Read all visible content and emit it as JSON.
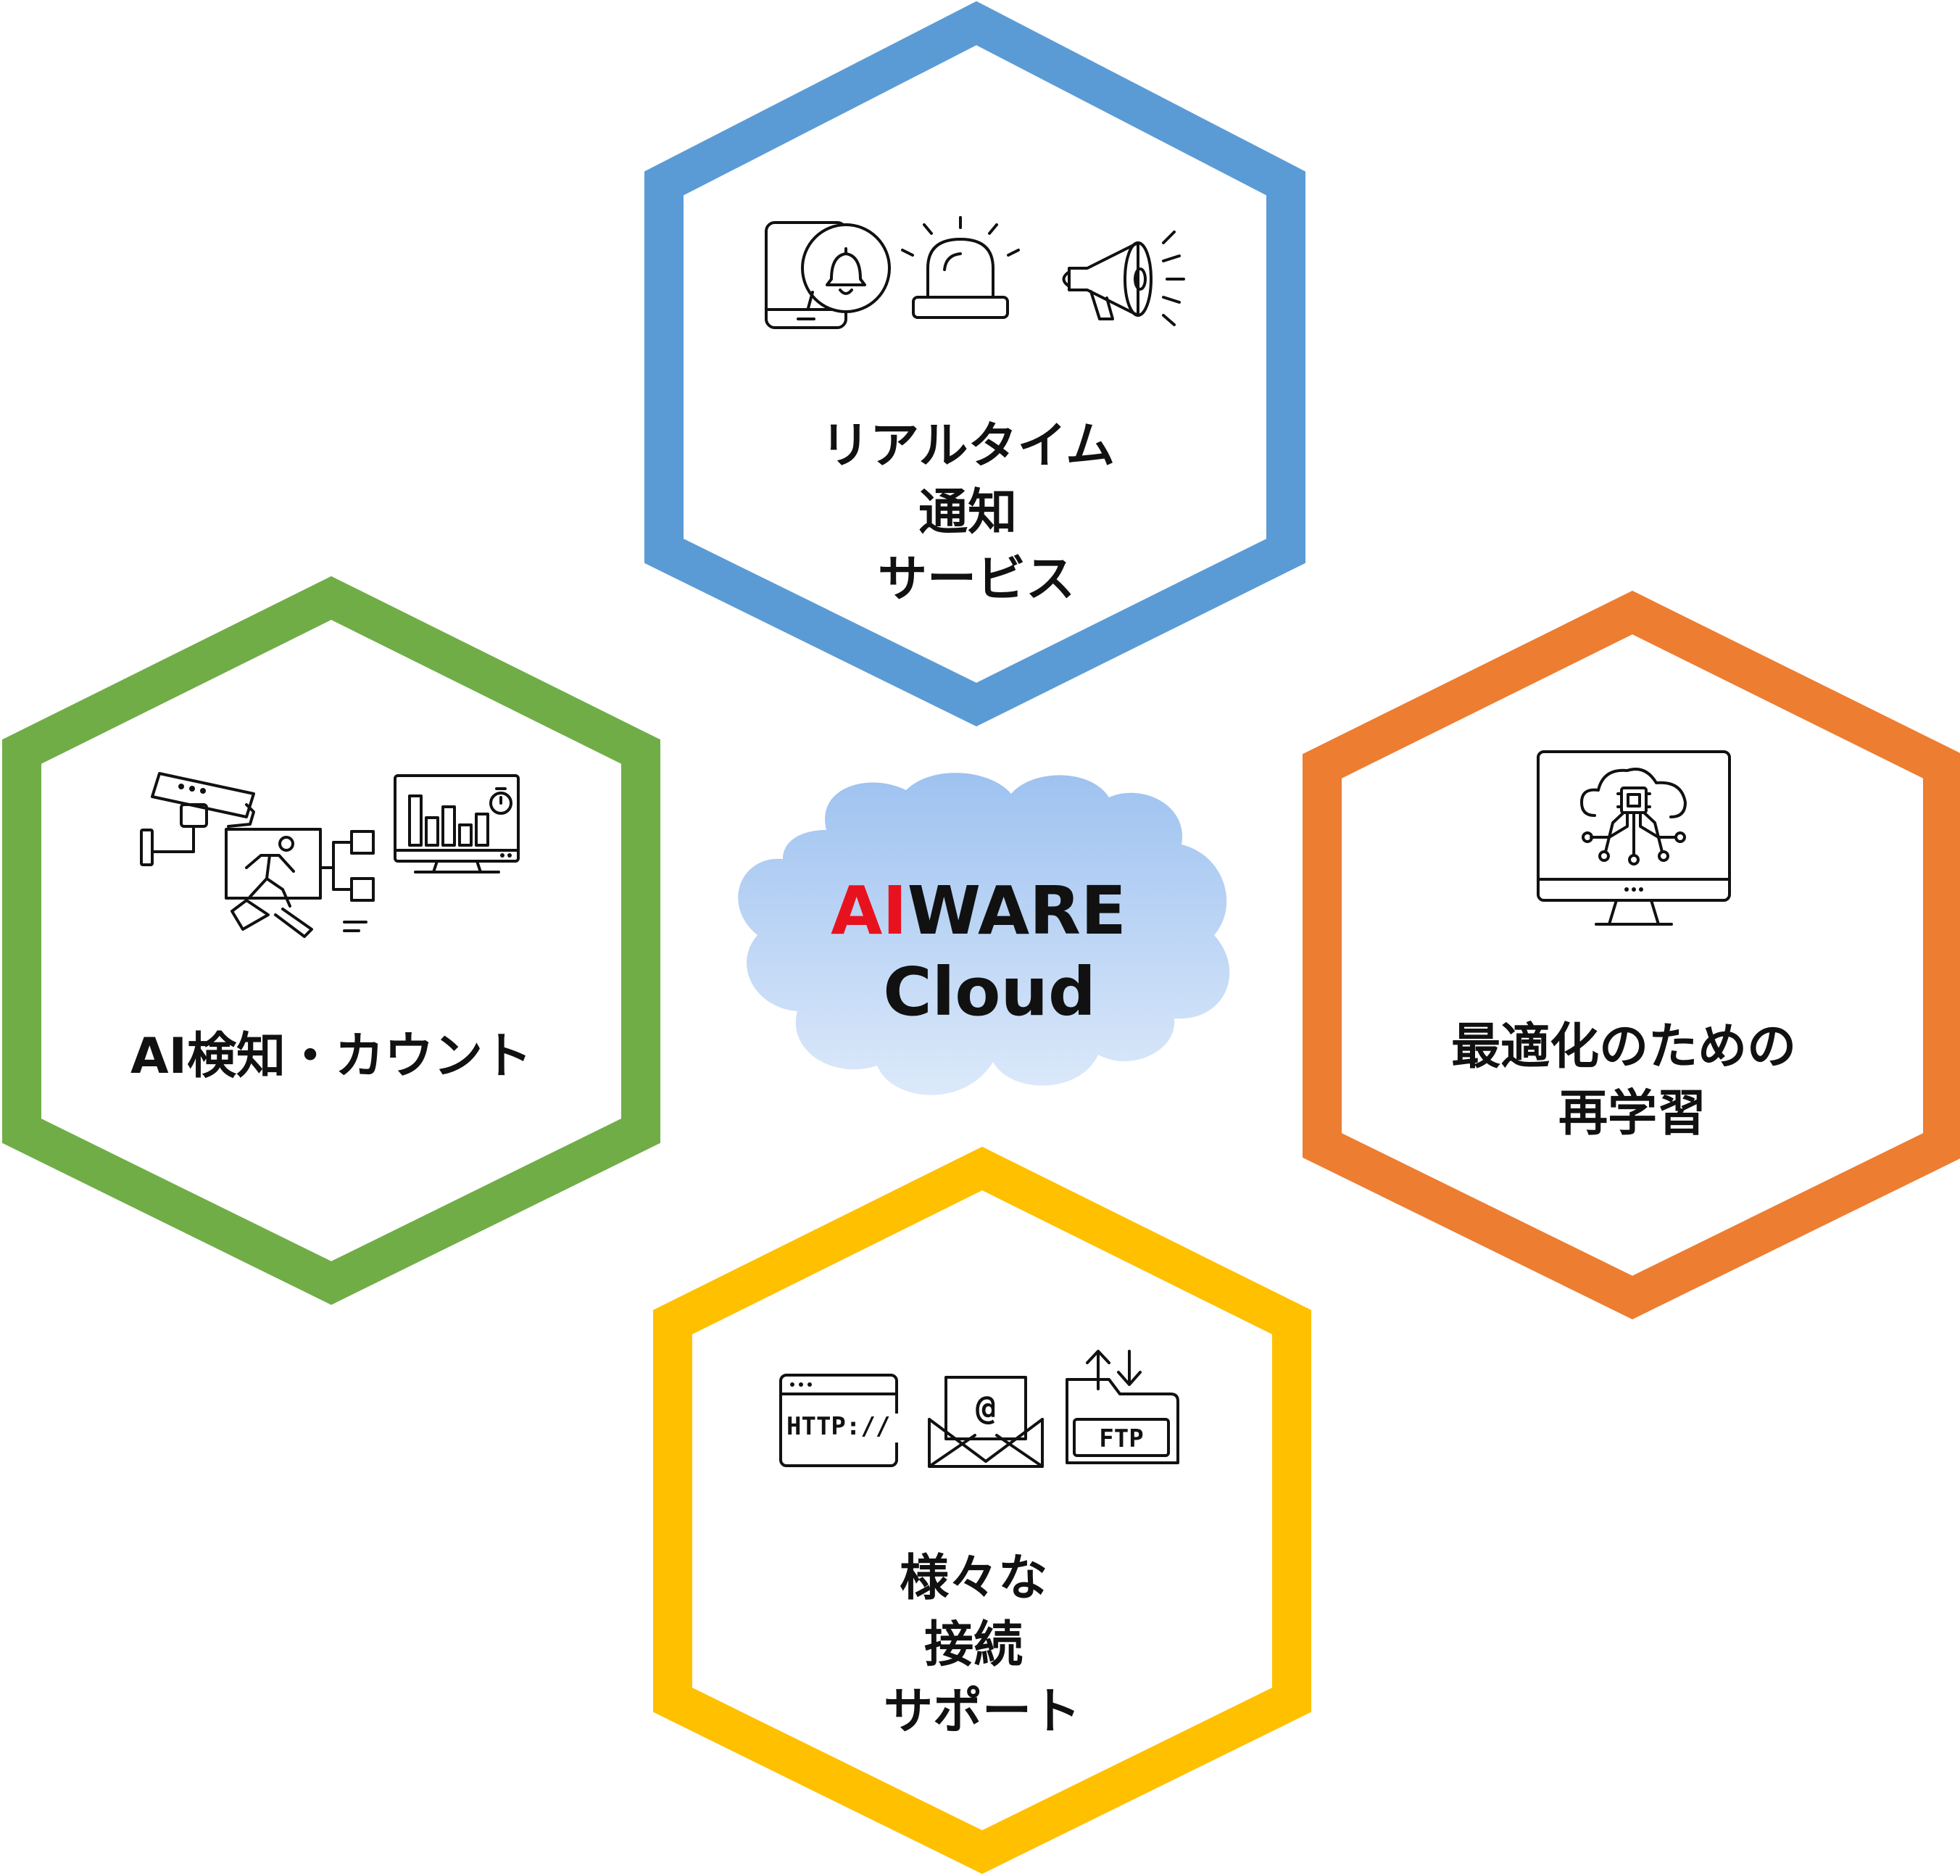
{
  "center": {
    "brand_prefix": "AI",
    "brand_suffix": "WARE",
    "line2": "Cloud",
    "brand_prefix_color": "#e8121e",
    "cloud_color_top": "#9ec2f0",
    "cloud_color_bottom": "#dce9fa"
  },
  "hexagons": [
    {
      "id": "notification",
      "color": "#5b9bd5",
      "lines": [
        "リアルタイム",
        "通知",
        "サービス"
      ],
      "icons": [
        "smartphone-bell-icon",
        "siren-icon",
        "megaphone-icon"
      ]
    },
    {
      "id": "detection",
      "color": "#70ad47",
      "lines": [
        "AI検知・カウント"
      ],
      "icons": [
        "security-camera-icon",
        "person-detection-icon",
        "monitor-chart-icon"
      ]
    },
    {
      "id": "retraining",
      "color": "#ed7d31",
      "lines": [
        "最適化のための",
        "再学習"
      ],
      "icons": [
        "monitor-cloud-chip-icon"
      ]
    },
    {
      "id": "connection",
      "color": "#ffc000",
      "lines": [
        "様々な",
        "接続",
        "サポート"
      ],
      "icons": [
        "http-browser-icon",
        "email-icon",
        "ftp-folder-icon"
      ],
      "icon_texts": [
        "HTTP://",
        "@",
        "FTP"
      ]
    }
  ]
}
